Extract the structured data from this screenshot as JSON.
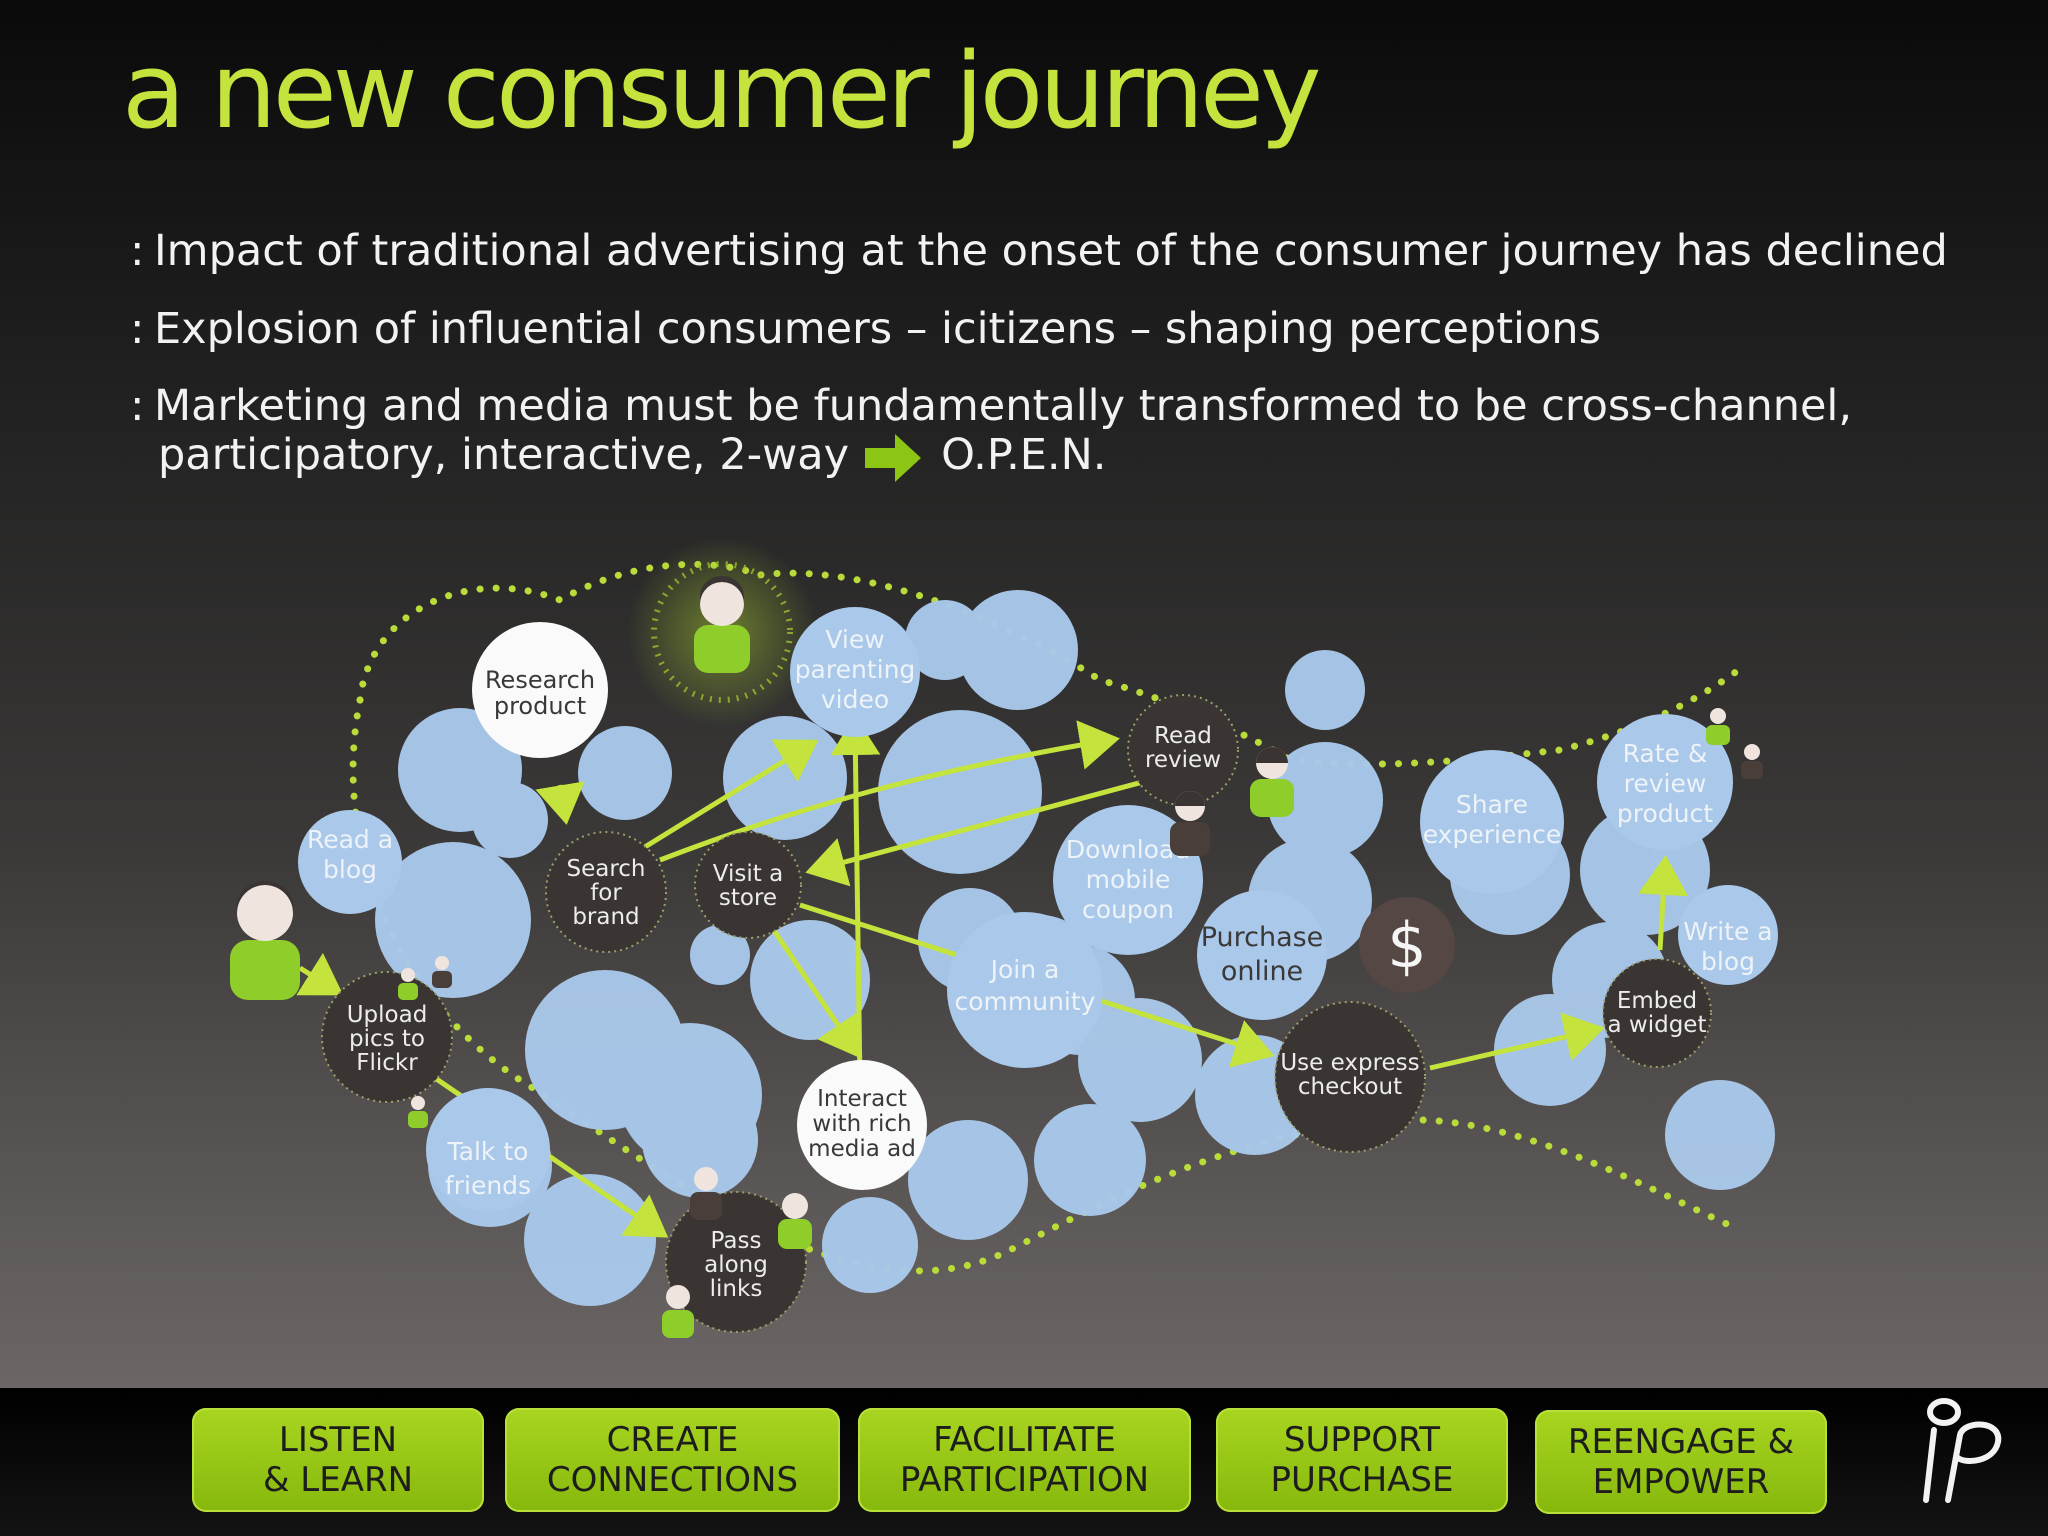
{
  "title": "a new consumer journey",
  "bullets": [
    {
      "colon": ":",
      "text": "Impact of traditional advertising at the onset of the consumer journey has declined"
    },
    {
      "colon": ":",
      "text": "Explosion of influential consumers – icitizens – shaping perceptions"
    },
    {
      "colon": ":",
      "text": "Marketing and media must be fundamentally transformed to be cross-channel,"
    }
  ],
  "bullet3_line2": {
    "text": "participatory, interactive, 2-way",
    "result": "O.P.E.N."
  },
  "journey": {
    "read_blog": [
      "Read a",
      "blog"
    ],
    "research_product": [
      "Research",
      "product"
    ],
    "search_brand": [
      "Search",
      "for",
      "brand"
    ],
    "visit_store": [
      "Visit a",
      "store"
    ],
    "view_video": [
      "View",
      "parenting",
      "video"
    ],
    "read_review": [
      "Read",
      "review"
    ],
    "download_coupon": [
      "Download",
      "mobile",
      "coupon"
    ],
    "purchase_online": [
      "Purchase",
      "online"
    ],
    "share_experience": [
      "Share",
      "experience"
    ],
    "rate_review": [
      "Rate &",
      "review",
      "product"
    ],
    "write_blog": [
      "Write a",
      "blog"
    ],
    "embed_widget": [
      "Embed",
      "a widget"
    ],
    "upload_pics": [
      "Upload",
      "pics to",
      "Flickr"
    ],
    "join_community": [
      "Join a",
      "community"
    ],
    "express_checkout": [
      "Use express",
      "checkout"
    ],
    "talk_friends": [
      "Talk to",
      "friends"
    ],
    "pass_links": [
      "Pass",
      "along",
      "links"
    ],
    "rich_media": [
      "Interact",
      "with rich",
      "media ad"
    ],
    "dollar": "$"
  },
  "phases": [
    {
      "line1": "LISTEN",
      "line2": "& LEARN"
    },
    {
      "line1": "CREATE",
      "line2": "CONNECTIONS"
    },
    {
      "line1": "FACILITATE",
      "line2": "PARTICIPATION"
    },
    {
      "line1": "SUPPORT",
      "line2": "PURCHASE"
    },
    {
      "line1": "REENGAGE &",
      "line2": "EMPOWER"
    }
  ],
  "colors": {
    "accent_green": "#c4e33d",
    "button_green": "#94c512",
    "bubble_blue": "#a9c8ea",
    "dark_node": "#3a3433",
    "background_top": "#0a0a0a",
    "background_bottom": "#6b6665"
  }
}
